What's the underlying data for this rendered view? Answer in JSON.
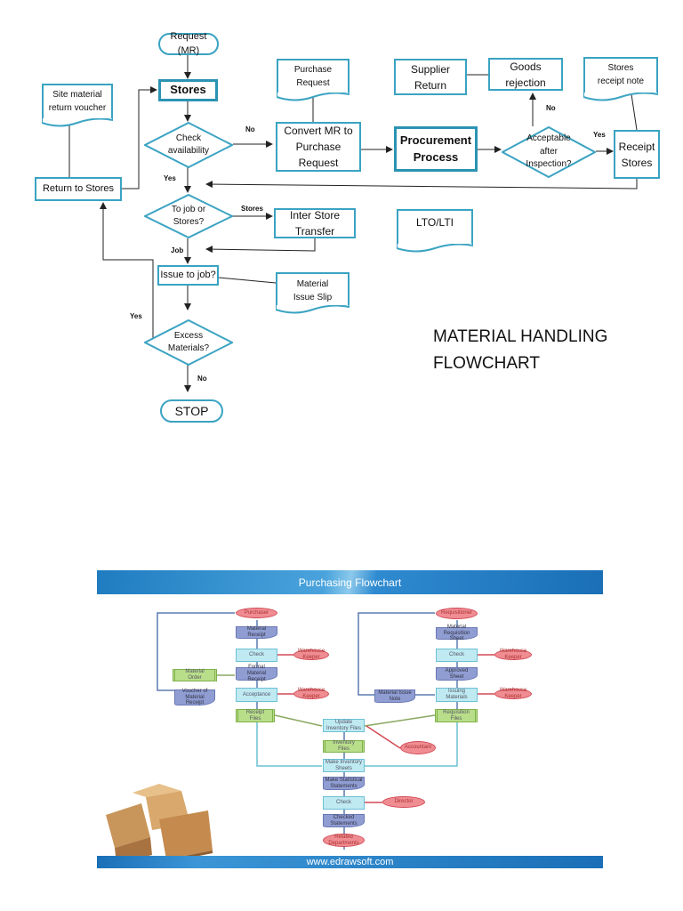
{
  "material_handling": {
    "title": "MATERIAL HANDLING\nFLOWCHART",
    "nodes": {
      "request": "Request (MR)",
      "stores": "Stores",
      "check": "Check\navailability",
      "site_voucher": "Site material\nreturn voucher",
      "return_stores": "Return to Stores",
      "purchase_request": "Purchase\nRequest",
      "convert": "Convert MR to\nPurchase\nRequest",
      "procurement": "Procurement\nProcess",
      "acceptable": "Acceptable\nafter\nInspection?",
      "supplier_return": "Supplier\nReturn",
      "goods_rejection": "Goods\nrejection",
      "receipt_note": "Stores\nreceipt note",
      "receipt_stores": "Receipt\nStores",
      "job_or_stores": "To job or\nStores?",
      "inter_store": "Inter Store\nTransfer",
      "lto": "LTO/LTI",
      "issue_job": "Issue to job?",
      "issue_slip": "Material\nIssue Slip",
      "excess": "Excess\nMaterials?",
      "stop": "STOP"
    },
    "labels": {
      "no_check": "No",
      "yes_check": "Yes",
      "stores_branch": "Stores",
      "job_branch": "Job",
      "yes_excess": "Yes",
      "no_excess": "No",
      "no_accept": "No",
      "yes_accept": "Yes"
    }
  },
  "purchasing": {
    "header": "Purchasing Flowchart",
    "footer": "www.edrawsoft.com",
    "nodes": {
      "purchaser": "Purchaser",
      "material_receipt": "Material\nReceipt",
      "check_l": "Check",
      "wk1": "Warehouse\nKeeper",
      "material_order": "Material\nOrder",
      "formal_receipt": "Formal\nMaterial\nReceipt",
      "voucher": "Voucher of\nMaterial\nReceipt",
      "acceptance": "Acceptance",
      "wk2": "Warehouse\nKeeper",
      "receipt_files": "Receipt\nFiles",
      "requisitioner": "Requisitioner",
      "req_sheet": "Material\nRequisition\nSheet",
      "check_r": "Check",
      "wk3": "Warehouse\nKeeper",
      "approved": "Approved\nSheet",
      "issue_note": "Material Issue\nNote",
      "issuing": "Issuing\nMaterials",
      "wk4": "Warehouse\nKeeper",
      "req_files": "Requisition\nFiles",
      "update_inv": "Update\nInventory Files",
      "inv_files": "Inventory\nFiles",
      "accountant": "Accountant",
      "make_sheets": "Make Inventory\nSheets",
      "stat": "Make Statistical\nStatements",
      "check_c": "Check",
      "director": "Director",
      "checked": "Checked\nStatements",
      "related": "Related\nDepartments"
    }
  },
  "colors": {
    "flow_border": "#3aa3c2",
    "ellipse": "#f08d93",
    "process": "#bfeaf2",
    "document": "#8f9dd2",
    "file": "#b9de8a",
    "banner": "#1f7cc0"
  }
}
